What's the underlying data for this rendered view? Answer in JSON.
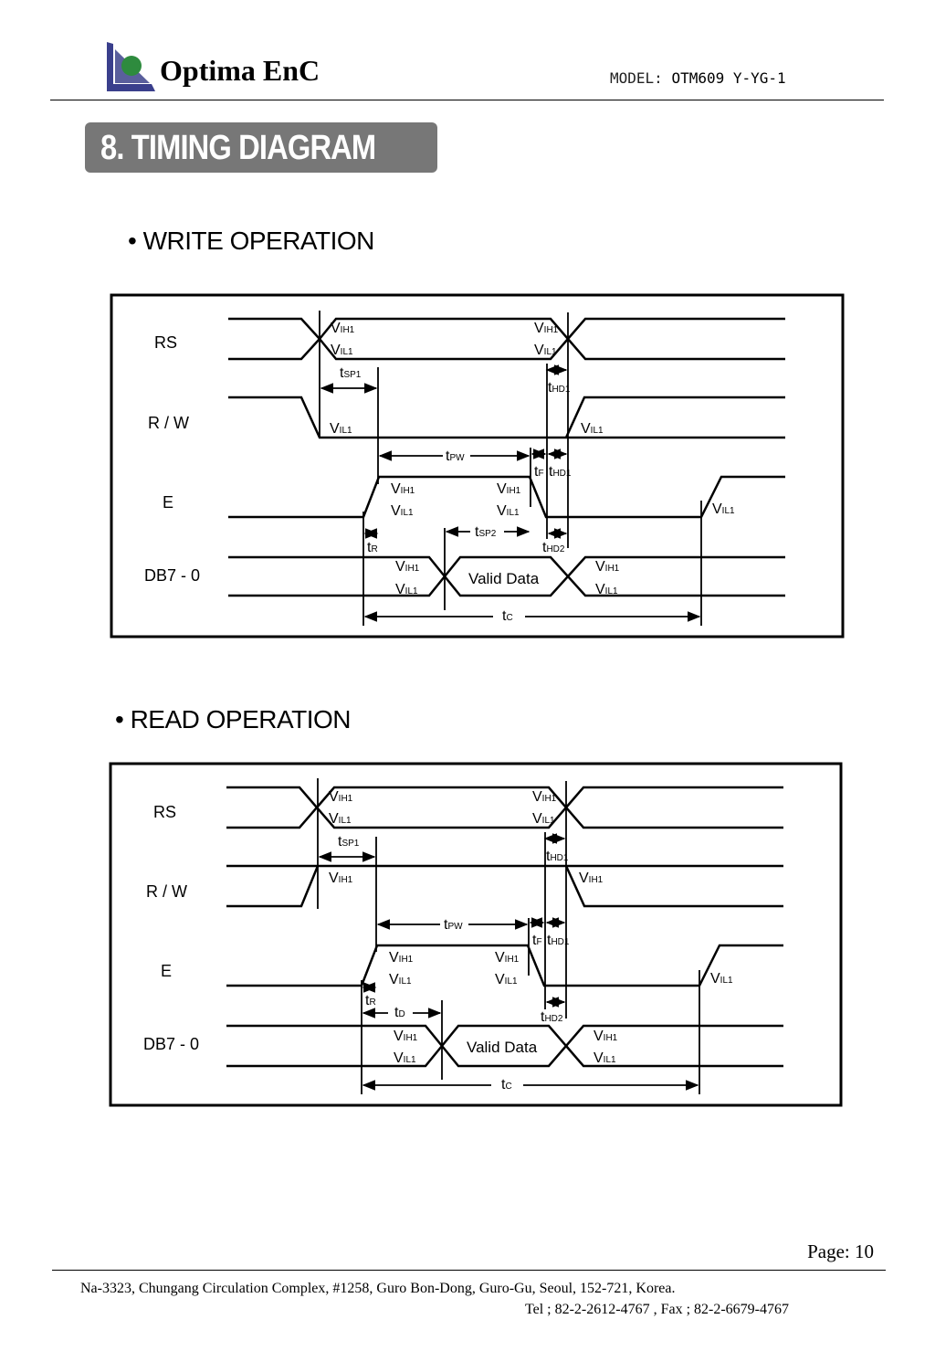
{
  "header": {
    "company": "Optima EnC",
    "model_label": "MODEL:",
    "model_value": "OTM609 Y-YG-1"
  },
  "section": {
    "title": "8. TIMING DIAGRAM"
  },
  "write": {
    "heading": "• WRITE OPERATION",
    "signals": {
      "rs": "RS",
      "rw": "R / W",
      "e": "E",
      "db": "DB7 - 0"
    },
    "valid_data": "Valid Data"
  },
  "read": {
    "heading": "• READ OPERATION",
    "signals": {
      "rs": "RS",
      "rw": "R / W",
      "e": "E",
      "db": "DB7 - 0"
    },
    "valid_data": "Valid Data"
  },
  "levels": {
    "vih": {
      "main": "V",
      "sub": "IH1"
    },
    "vil": {
      "main": "V",
      "sub": "IL1"
    }
  },
  "timings": {
    "tsp1": {
      "main": "t",
      "sub": "SP1"
    },
    "thd1": {
      "main": "t",
      "sub": "HD1"
    },
    "tpw": {
      "main": "t",
      "sub": "PW"
    },
    "tf": {
      "main": "t",
      "sub": "F"
    },
    "tr": {
      "main": "t",
      "sub": "R"
    },
    "tsp2": {
      "main": "t",
      "sub": "SP2"
    },
    "thd2": {
      "main": "t",
      "sub": "HD2"
    },
    "tc": {
      "main": "t",
      "sub": "C"
    },
    "td": {
      "main": "t",
      "sub": "D"
    }
  },
  "footer": {
    "page": "Page:  10",
    "address": "Na-3323, Chungang Circulation Complex, #1258, Guro Bon-Dong, Guro-Gu, Seoul, 152-721, Korea.",
    "contact": "Tel ; 82-2-2612-4767 , Fax ; 82-2-6679-4767"
  },
  "colors": {
    "logo_frame": "#3a3f8c",
    "logo_dot": "#2e8b3e",
    "section_bar": "#777777"
  }
}
